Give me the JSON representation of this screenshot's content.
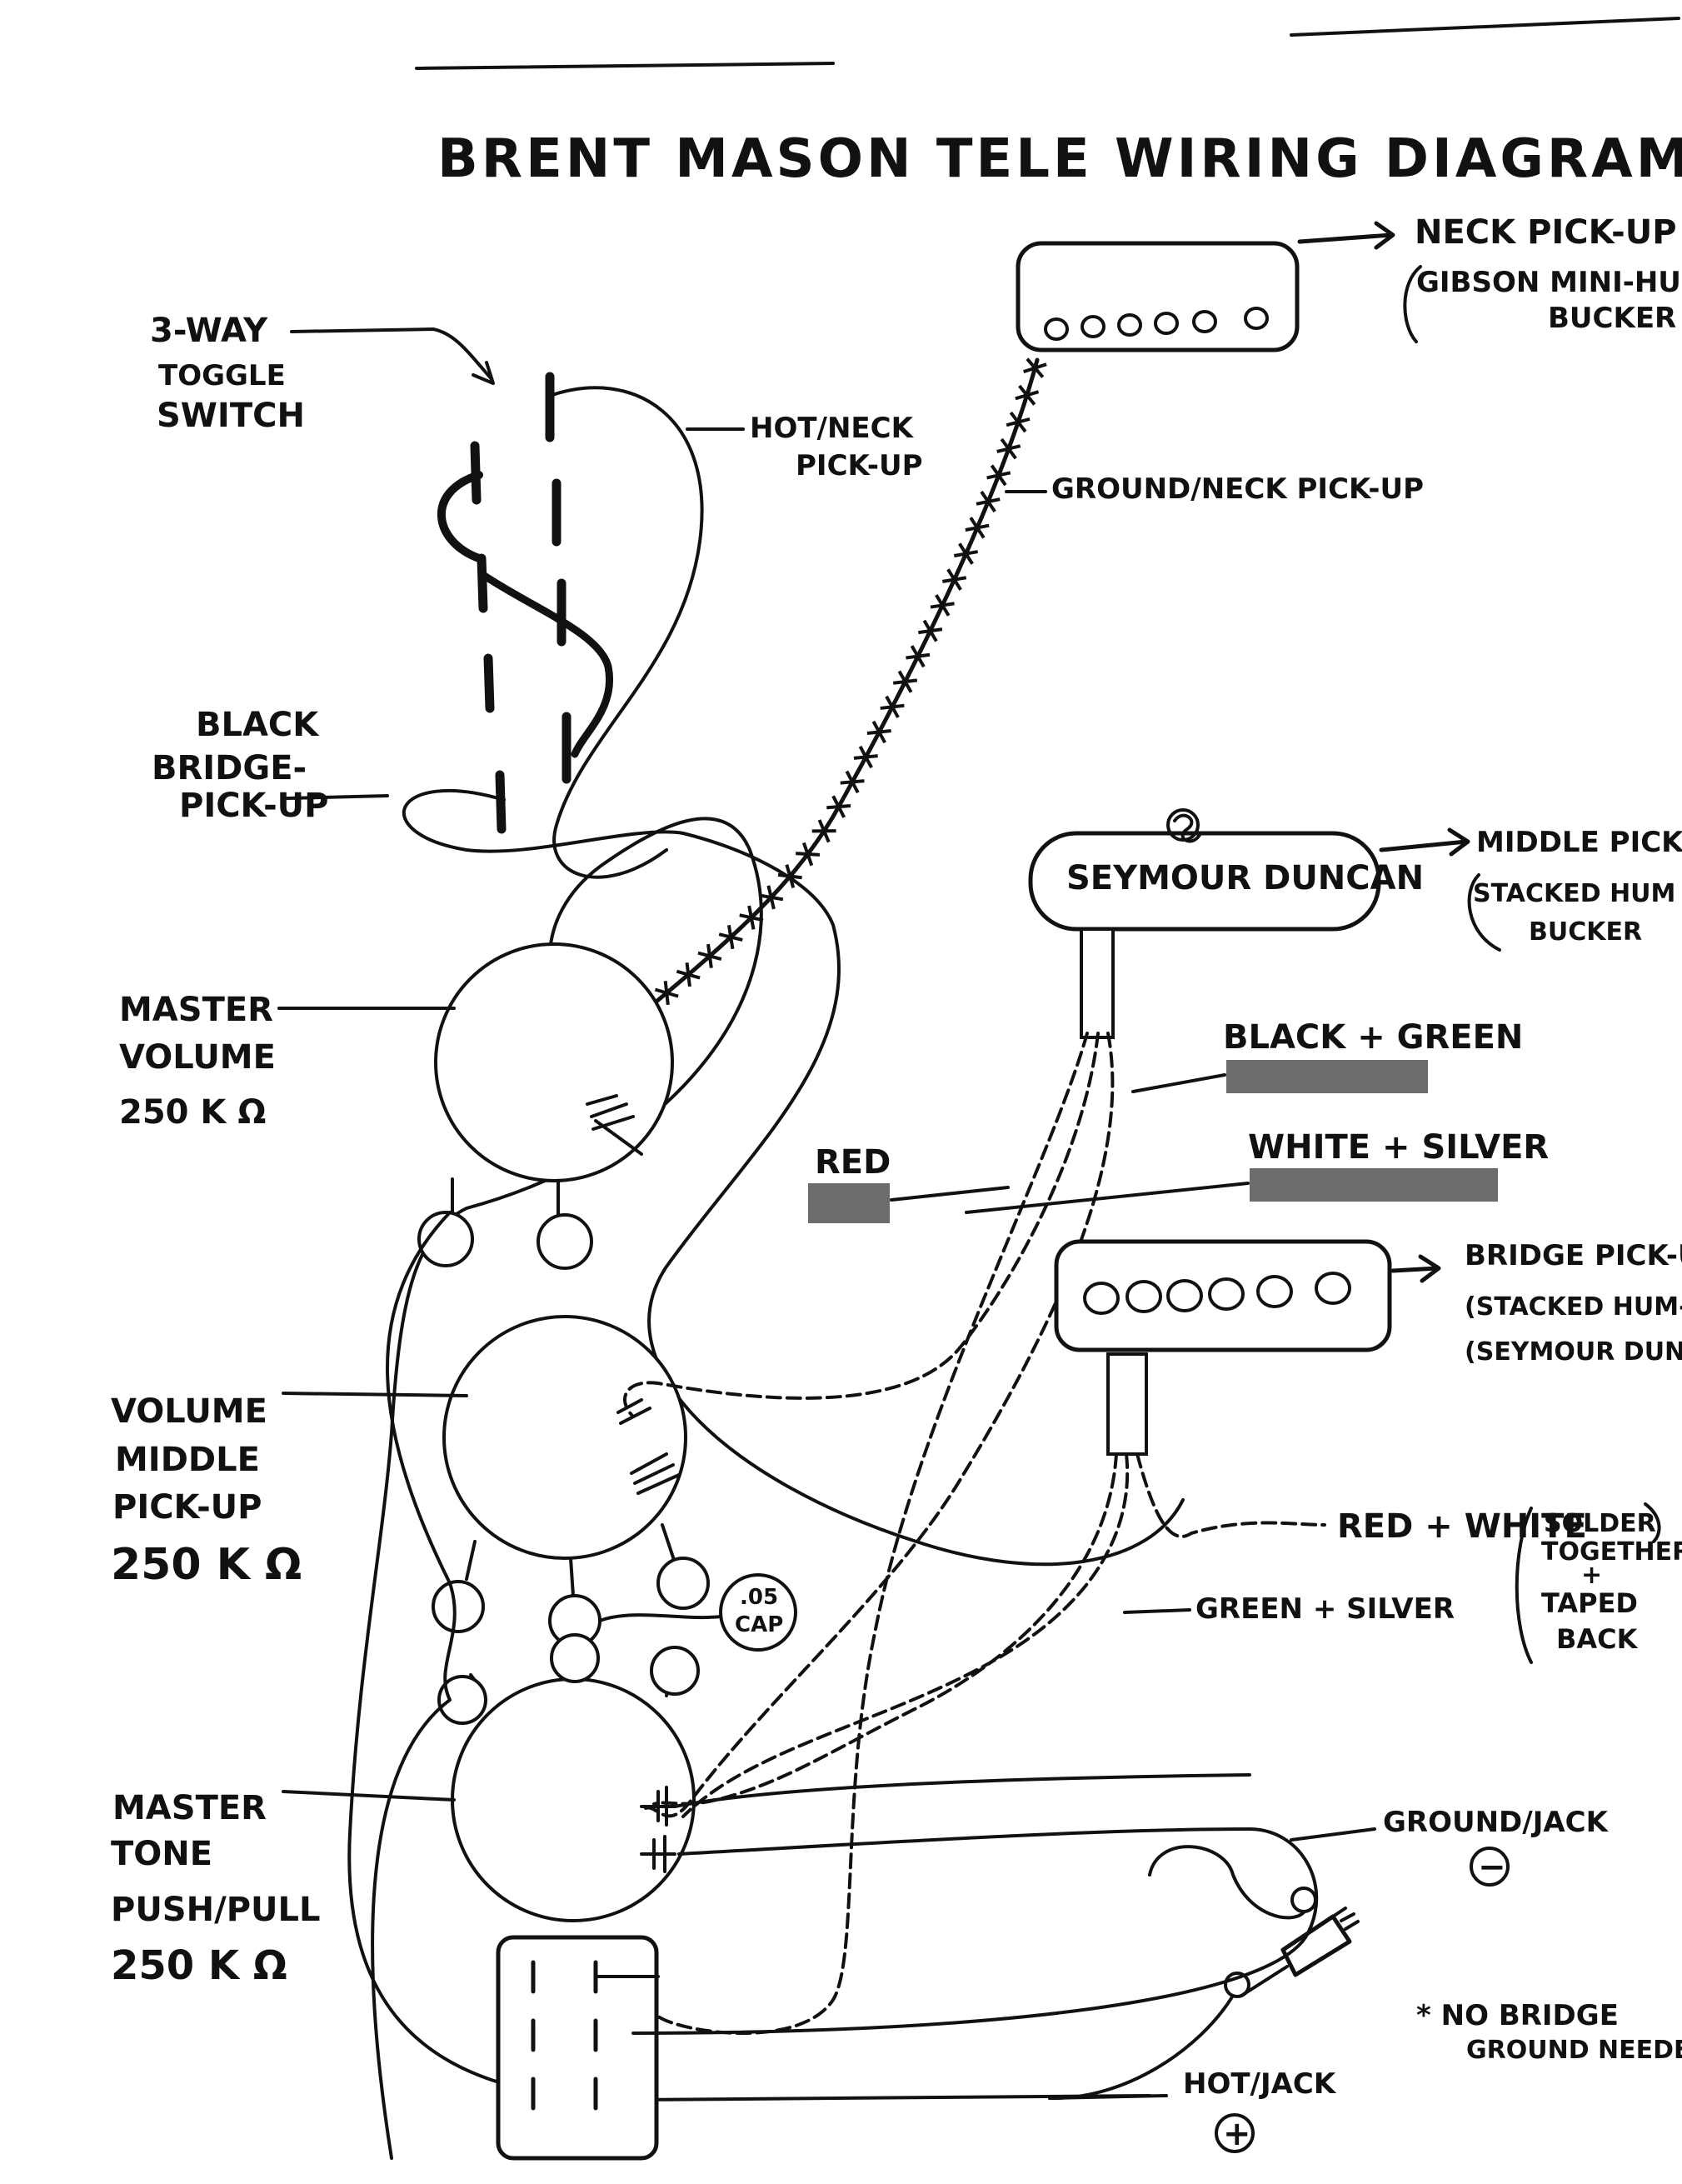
{
  "title": "BRENT MASON TELE WIRING DIAGRAM",
  "labels": {
    "toggle": [
      "3-WAY",
      "TOGGLE",
      "SWITCH"
    ],
    "black_bridge": [
      "BLACK",
      "BRIDGE-",
      "PICK-UP"
    ],
    "master_volume": [
      "MASTER",
      "VOLUME",
      "250 K Ω"
    ],
    "volume_middle": [
      "VOLUME",
      "MIDDLE",
      "PICK-UP",
      "250 K Ω"
    ],
    "master_tone": [
      "MASTER",
      "TONE",
      "PUSH/PULL",
      "250 K Ω"
    ],
    "hot_neck": [
      "HOT/NECK",
      "PICK-UP"
    ],
    "ground_neck": "GROUND/NECK PICK-UP",
    "neck_pickup": [
      "NECK PICK-UP",
      "GIBSON MINI-HUM",
      "BUCKER"
    ],
    "middle_pickup": [
      "MIDDLE PICK-UP",
      "STACKED HUM",
      "BUCKER"
    ],
    "seymour_duncan": "SEYMOUR DUNCAN",
    "black_green": "BLACK + GREEN",
    "white_silver": "WHITE + SILVER",
    "red": "RED",
    "bridge_pickup": [
      "BRIDGE PICK-U",
      "(STACKED HUM-BU",
      "(SEYMOUR DUN"
    ],
    "red_white": "RED + WHITE",
    "solder_note": [
      "SOLDER",
      "TOGETHER",
      "+",
      "TAPED",
      "BACK"
    ],
    "green_silver": "GREEN + SILVER",
    "cap": [
      ".05",
      "CAP"
    ],
    "ground_jack": "GROUND/JACK",
    "ground_symbol": "−",
    "hot_jack": "HOT/JACK",
    "hot_symbol": "+",
    "no_bridge_ground": [
      "* NO BRIDGE",
      "GROUND NEEDE"
    ]
  },
  "colors": {
    "ink": "#111111",
    "paper": "#ffffff",
    "shade": "#6c6c6c"
  }
}
